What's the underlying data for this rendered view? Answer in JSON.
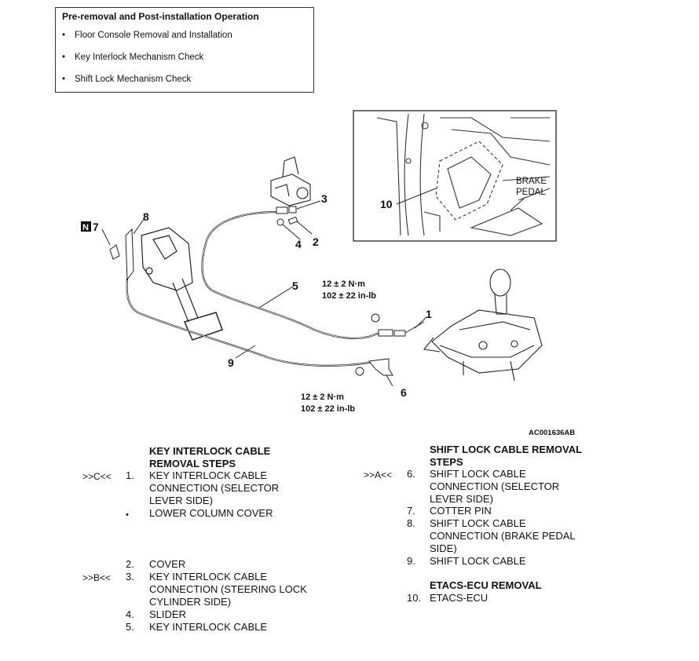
{
  "pre_ops": {
    "title": "Pre-removal and Post-installation Operation",
    "items": [
      "Floor Console Removal and Installation",
      "Key Interlock Mechanism Check",
      "Shift Lock Mechanism Check"
    ]
  },
  "diagram": {
    "callouts": [
      "1",
      "2",
      "3",
      "4",
      "5",
      "6",
      "7",
      "8",
      "9",
      "10"
    ],
    "n_badge": "N",
    "torque_top": [
      "12 ± 2 N·m",
      "102 ± 22 in-lb"
    ],
    "torque_bottom": [
      "12 ± 2 N·m",
      "102 ± 22 in-lb"
    ],
    "inset_label": "BRAKE\nPEDAL",
    "figure_id": "AC001636AB"
  },
  "key_interlock": {
    "heading": "KEY INTERLOCK CABLE\nREMOVAL STEPS",
    "steps": [
      {
        "mark": ">>C<<",
        "num": "1.",
        "text": "KEY INTERLOCK CABLE\nCONNECTION (SELECTOR\nLEVER SIDE)"
      },
      {
        "mark": "",
        "num": "•",
        "text": "LOWER COLUMN COVER"
      },
      {
        "mark": "",
        "num": "2.",
        "text": "COVER"
      },
      {
        "mark": ">>B<<",
        "num": "3.",
        "text": "KEY INTERLOCK CABLE\nCONNECTION (STEERING LOCK\nCYLINDER SIDE)"
      },
      {
        "mark": "",
        "num": "4.",
        "text": "SLIDER"
      },
      {
        "mark": "",
        "num": "5.",
        "text": "KEY INTERLOCK CABLE"
      }
    ]
  },
  "shift_lock": {
    "heading": "SHIFT LOCK CABLE REMOVAL\nSTEPS",
    "steps": [
      {
        "mark": ">>A<<",
        "num": "6.",
        "text": "SHIFT LOCK CABLE\nCONNECTION (SELECTOR\nLEVER SIDE)"
      },
      {
        "mark": "",
        "num": "7.",
        "text": "COTTER PIN"
      },
      {
        "mark": "",
        "num": "8.",
        "text": "SHIFT LOCK CABLE\nCONNECTION (BRAKE PEDAL\nSIDE)"
      },
      {
        "mark": "",
        "num": "9.",
        "text": "SHIFT LOCK CABLE"
      }
    ]
  },
  "etacs": {
    "heading": "ETACS-ECU REMOVAL",
    "steps": [
      {
        "num": "10.",
        "text": "ETACS-ECU"
      }
    ]
  }
}
